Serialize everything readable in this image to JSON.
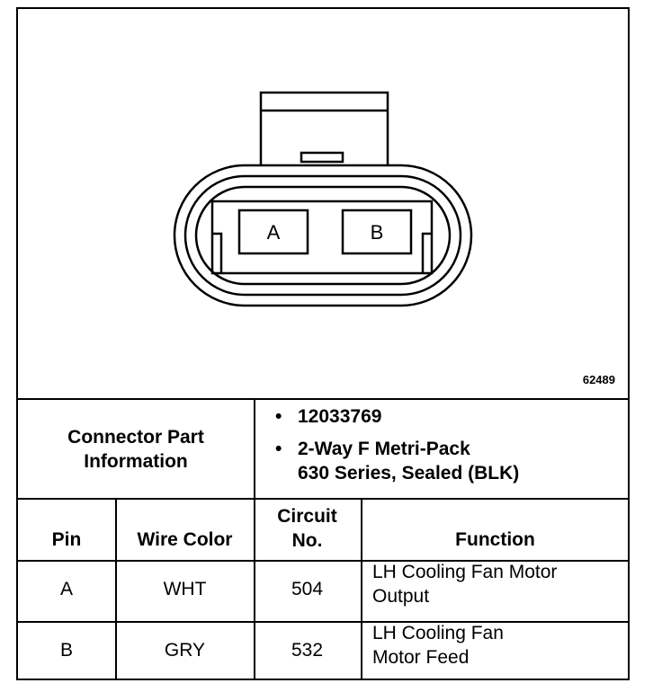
{
  "diagram": {
    "figure_id": "62489",
    "pins": [
      "A",
      "B"
    ]
  },
  "connector_info": {
    "label_line1": "Connector Part",
    "label_line2": "Information",
    "bullet_char": "•",
    "part_number": "12033769",
    "description_line1": "2-Way F Metri-Pack",
    "description_line2": "630 Series, Sealed (BLK)"
  },
  "table": {
    "headers": {
      "pin": "Pin",
      "wire_color": "Wire Color",
      "circuit_line1": "Circuit",
      "circuit_line2": "No.",
      "function": "Function"
    },
    "rows": [
      {
        "pin": "A",
        "wire_color": "WHT",
        "circuit": "504",
        "function_line1": "LH Cooling Fan Motor",
        "function_line2": "Output"
      },
      {
        "pin": "B",
        "wire_color": "GRY",
        "circuit": "532",
        "function_line1": "LH Cooling Fan",
        "function_line2": "Motor Feed"
      }
    ]
  }
}
